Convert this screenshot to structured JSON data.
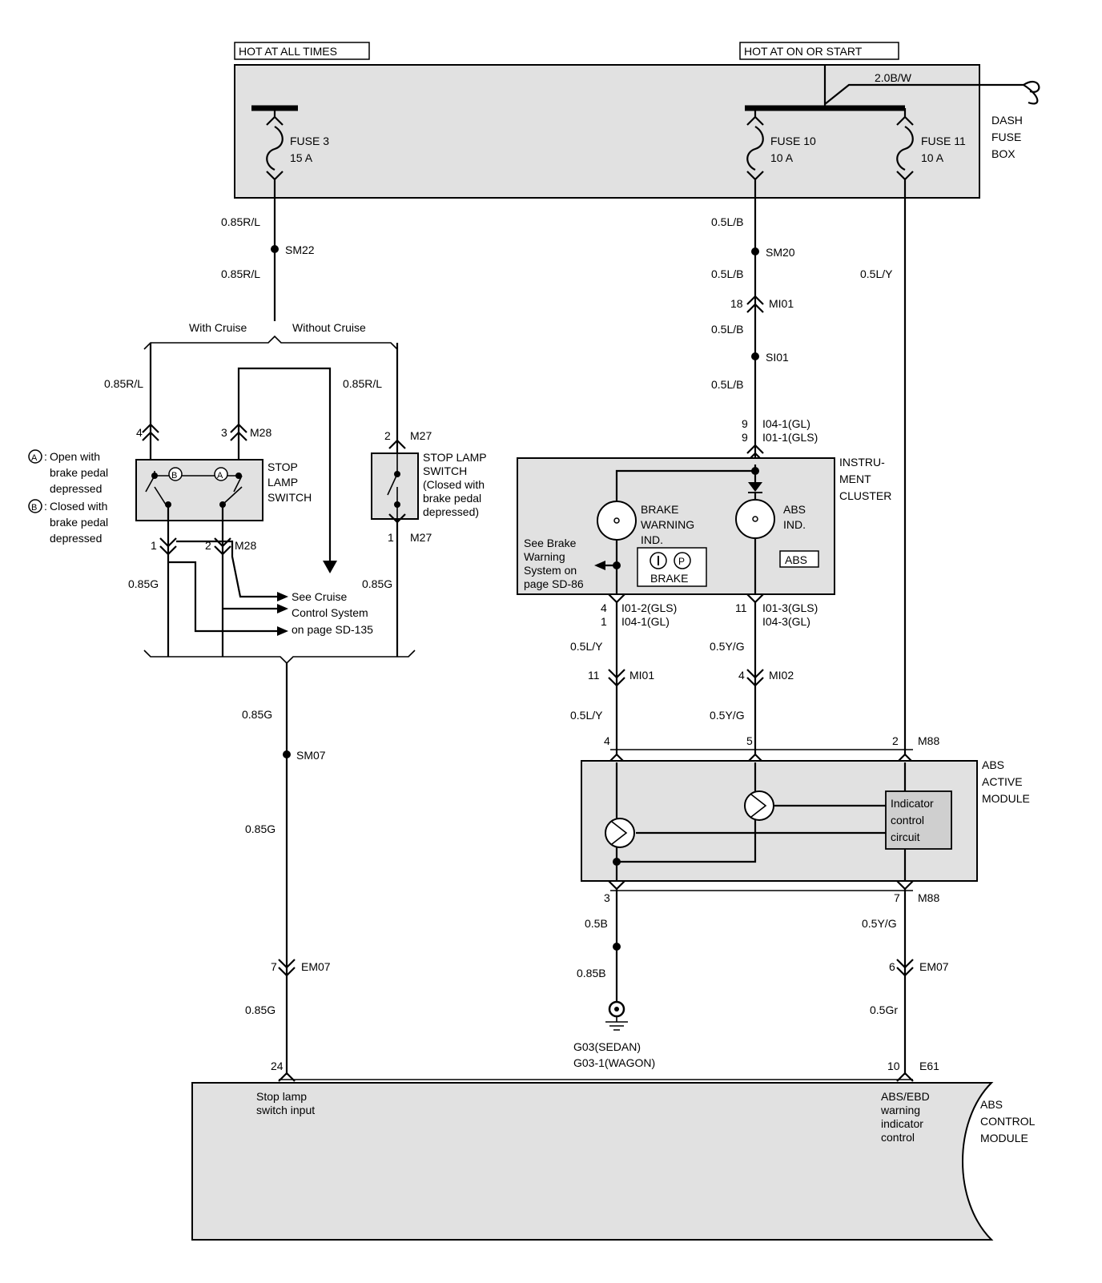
{
  "supply": {
    "hot_at_all_times": "HOT AT ALL TIMES",
    "hot_at_on_or_start": "HOT AT ON OR START",
    "feed_wire": "2.0B/W",
    "dash_fuse_box": [
      "DASH",
      "FUSE",
      "BOX"
    ]
  },
  "fuses": {
    "fuse3": {
      "name": "FUSE 3",
      "rating": "15 A"
    },
    "fuse10": {
      "name": "FUSE 10",
      "rating": "10 A"
    },
    "fuse11": {
      "name": "FUSE 11",
      "rating": "10 A"
    }
  },
  "left_circuit": {
    "wire_085rl": "0.85R/L",
    "sm22": "SM22",
    "with_cruise": "With Cruise",
    "without_cruise": "Without Cruise",
    "pin4": "4",
    "pin3": "3",
    "m28": "M28",
    "pin2": "2",
    "m27": "M27",
    "pin1": "1",
    "stop_lamp_switch": [
      "STOP",
      "LAMP",
      "SWITCH"
    ],
    "switch_a": "A",
    "switch_b": "B",
    "stop_lamp_switch2": [
      "STOP LAMP",
      "SWITCH",
      "(Closed with",
      "brake pedal",
      "depressed)"
    ],
    "legend_a": [
      "Open with",
      "brake pedal",
      "depressed"
    ],
    "legend_b": [
      "Closed with",
      "brake pedal",
      "depressed"
    ],
    "legend_colon": ":",
    "cruise_ref": [
      "See Cruise",
      "Control System",
      "on page SD-135"
    ],
    "wire_085g": "0.85G",
    "sm07": "SM07",
    "pin7": "7",
    "em07": "EM07",
    "pin24": "24"
  },
  "center_circuit": {
    "wire_05lb": "0.5L/B",
    "sm20": "SM20",
    "pin18": "18",
    "mi01": "MI01",
    "si01": "SI01",
    "pin9": "9",
    "i04_1_gl": "I04-1(GL)",
    "i01_1_gls": "I01-1(GLS)",
    "instrument_cluster": [
      "INSTRU-",
      "MENT",
      "CLUSTER"
    ],
    "brake_warning_ind": [
      "BRAKE",
      "WARNING",
      "IND."
    ],
    "abs_ind": [
      "ABS",
      "IND."
    ],
    "abs_badge": "ABS",
    "brake_badge": "BRAKE",
    "brake_ref": [
      "See Brake",
      "Warning",
      "System on",
      "page SD-86"
    ],
    "pin4": "4",
    "pin1": "1",
    "i01_2_gls": "I01-2(GLS)",
    "i04_1_gl_b": "I04-1(GL)",
    "pin11": "11",
    "i01_3_gls": "I01-3(GLS)",
    "i04_3_gl": "I04-3(GL)",
    "wire_05ly": "0.5L/Y",
    "wire_05yg": "0.5Y/G",
    "mi02": "MI02",
    "pin5": "5",
    "pin2": "2",
    "m88": "M88",
    "abs_active_module": [
      "ABS",
      "ACTIVE",
      "MODULE"
    ],
    "indicator_control": [
      "Indicator",
      "control",
      "circuit"
    ],
    "pin3": "3",
    "pin7": "7",
    "wire_05b": "0.5B",
    "wire_085b": "0.85B",
    "ground": [
      "G03(SEDAN)",
      "G03-1(WAGON)"
    ],
    "pin6": "6",
    "em07": "EM07",
    "wire_05gr": "0.5Gr",
    "pin10": "10",
    "e61": "E61",
    "wire_05ly_right": "0.5L/Y"
  },
  "abs_control_module": {
    "title": [
      "ABS",
      "CONTROL",
      "MODULE"
    ],
    "stop_lamp_input": [
      "Stop lamp",
      "switch input"
    ],
    "warning_control": [
      "ABS/EBD",
      "warning",
      "indicator",
      "control"
    ]
  }
}
